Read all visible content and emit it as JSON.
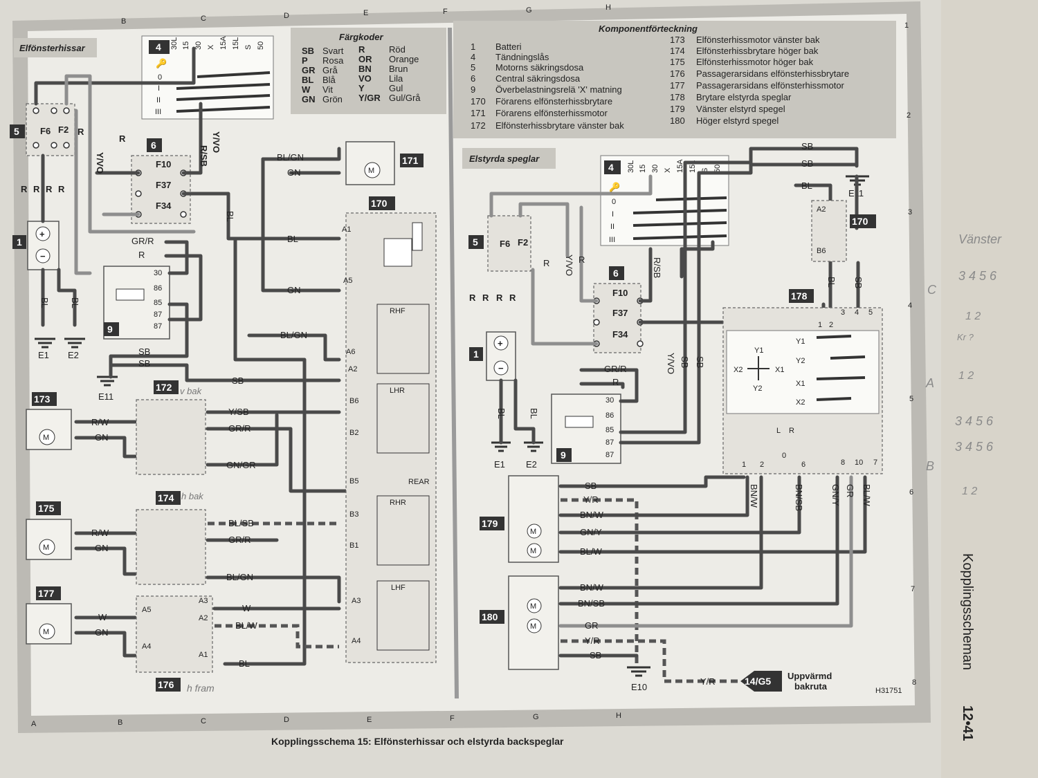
{
  "colour_codes": {
    "title": "Färgkoder",
    "items": [
      {
        "code": "SB",
        "name": "Svart"
      },
      {
        "code": "R",
        "name": "Röd"
      },
      {
        "code": "P",
        "name": "Rosa"
      },
      {
        "code": "OR",
        "name": "Orange"
      },
      {
        "code": "GR",
        "name": "Grå"
      },
      {
        "code": "BN",
        "name": "Brun"
      },
      {
        "code": "BL",
        "name": "Blå"
      },
      {
        "code": "VO",
        "name": "Lila"
      },
      {
        "code": "W",
        "name": "Vit"
      },
      {
        "code": "Y",
        "name": "Gul"
      },
      {
        "code": "GN",
        "name": "Grön"
      },
      {
        "code": "Y/GR",
        "name": "Gul/Grå"
      }
    ]
  },
  "components": {
    "title": "Komponentförteckning",
    "items": [
      {
        "num": "1",
        "name": "Batteri"
      },
      {
        "num": "4",
        "name": "Tändningslås"
      },
      {
        "num": "5",
        "name": "Motorns säkringsdosa"
      },
      {
        "num": "6",
        "name": "Central säkringsdosa"
      },
      {
        "num": "9",
        "name": "Överbelastningsrelä 'X' matning"
      },
      {
        "num": "170",
        "name": "Förarens elfönsterhissbrytare"
      },
      {
        "num": "171",
        "name": "Förarens elfönsterhissmotor"
      },
      {
        "num": "172",
        "name": "Elfönsterhissbrytare vänster bak"
      },
      {
        "num": "173",
        "name": "Elfönsterhissmotor vänster bak"
      },
      {
        "num": "174",
        "name": "Elfönsterhissbrytare höger bak"
      },
      {
        "num": "175",
        "name": "Elfönsterhissmotor höger bak"
      },
      {
        "num": "176",
        "name": "Passagerarsidans elfönsterhissbrytare"
      },
      {
        "num": "177",
        "name": "Passagerarsidans elfönsterhissmotor"
      },
      {
        "num": "178",
        "name": "Brytare elstyrda speglar"
      },
      {
        "num": "179",
        "name": "Vänster elstyrd spegel"
      },
      {
        "num": "180",
        "name": "Höger elstyrd spegel"
      }
    ]
  },
  "sections": {
    "left": "Elfönsterhissar",
    "right": "Elstyrda speglar"
  },
  "ignition_switch": {
    "num": "4",
    "cols": [
      "30L",
      "15",
      "30",
      "X",
      "15A",
      "15L",
      "S",
      "50"
    ],
    "rows": [
      "0",
      "I",
      "II",
      "III"
    ]
  },
  "fuses": {
    "box5": [
      "F6",
      "F2"
    ],
    "box6": [
      "F10",
      "F37",
      "F34"
    ]
  },
  "grounds": [
    "E1",
    "E2",
    "E11",
    "E10"
  ],
  "relay": {
    "num": "9",
    "pins": [
      "30",
      "86",
      "85",
      "87",
      "87"
    ]
  },
  "controller_pins": [
    "A1",
    "A5",
    "A6",
    "A2",
    "B6",
    "B2",
    "B5",
    "B3",
    "B1",
    "A3",
    "A4"
  ],
  "controller_labels": [
    "RHF",
    "LHR",
    "REAR",
    "RHR",
    "LHF"
  ],
  "switch_176_pins": [
    "A5",
    "A3",
    "A2",
    "A4",
    "A1"
  ],
  "mirror_switch": {
    "positions": [
      "Y1",
      "Y2",
      "X1",
      "X2"
    ],
    "top_pins": [
      "1",
      "2",
      "3",
      "4",
      "5"
    ],
    "bottom_pins": [
      "1",
      "2",
      "6",
      "8",
      "10",
      "7"
    ],
    "lr": [
      "L",
      "R",
      "0"
    ]
  },
  "wire_labels": {
    "bat": [
      "R",
      "R",
      "R",
      "R"
    ],
    "f_left": [
      "Y/VO",
      "R",
      "R/SB",
      "Y/VO"
    ],
    "relay": [
      "GR/R",
      "R",
      "BL",
      "BL",
      "SB",
      "SB",
      "SB"
    ],
    "m171": [
      "BL/GN",
      "GN"
    ],
    "mid": [
      "BL",
      "GN",
      "BL/GN"
    ],
    "s172": [
      "R/W",
      "GN",
      "Y/SB",
      "GR/R",
      "GN/GR"
    ],
    "s174": [
      "R/W",
      "GN",
      "BL/SB",
      "GR/R",
      "BL/GN"
    ],
    "s176": [
      "W",
      "GN",
      "W",
      "BL/W",
      "BL"
    ],
    "r_top": [
      "SB",
      "SB",
      "BL"
    ],
    "r_vert": [
      "Y/VO",
      "R",
      "R/SB",
      "Y/VO",
      "SB",
      "SB",
      "BL",
      "SB"
    ],
    "r_relay": [
      "GR/R",
      "R",
      "BL",
      "BL"
    ],
    "m179": [
      "SB",
      "Y/R",
      "BN/W",
      "GN/Y",
      "BL/W"
    ],
    "m180": [
      "BN/W",
      "BN/SB",
      "GR",
      "Y/R",
      "SB"
    ],
    "sw_bottom": [
      "BN/W",
      "BN/SB",
      "GN/Y",
      "GR",
      "BL/W"
    ],
    "bottom": [
      "Y/R"
    ],
    "r_bat": [
      "R",
      "R",
      "R",
      "R"
    ]
  },
  "connector_ref": {
    "code": "14/G5",
    "label_line1": "Uppvärmd",
    "label_line2": "bakruta"
  },
  "grid_cols": [
    "A",
    "B",
    "C",
    "D",
    "E",
    "F",
    "G",
    "H"
  ],
  "grid_rows": [
    "1",
    "2",
    "3",
    "4",
    "5",
    "6",
    "7",
    "8"
  ],
  "caption": "Kopplingsschema 15: Elfönsterhissar och elstyrda backspeglar",
  "side_title": "Kopplingsscheman",
  "page_ref": "12•41",
  "ref_code": "H31751",
  "handwritten": {
    "n172": "v bak",
    "n174": "h bak",
    "n176": "h fram",
    "margin": [
      "Vänster",
      "3 4 5 6",
      "1  2",
      "Kr ?",
      "1  2",
      "3 4 5 6",
      "3 4 5 6",
      "1  2"
    ],
    "letters": [
      "C",
      "A",
      "B"
    ]
  }
}
